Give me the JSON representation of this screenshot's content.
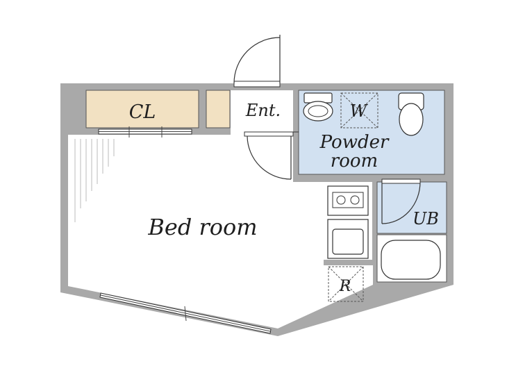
{
  "rooms": {
    "closet": "CL",
    "entrance": "Ent.",
    "washer": "W",
    "powder_line1": "Powder",
    "powder_line2": "room",
    "unit_bath": "UB",
    "bedroom": "Bed room",
    "refrigerator": "R"
  },
  "colors": {
    "wall": "#a9a9a9",
    "closet_fill": "#f2e1c2",
    "wet_area_fill": "#d2e1f1",
    "floor": "#ffffff",
    "line": "#333333"
  },
  "icons": [
    "toilet-icon",
    "washing-machine-icon",
    "stove-icon",
    "sink-icon",
    "bathtub-icon",
    "refrigerator-icon",
    "door-swing-icon",
    "window-icon"
  ]
}
